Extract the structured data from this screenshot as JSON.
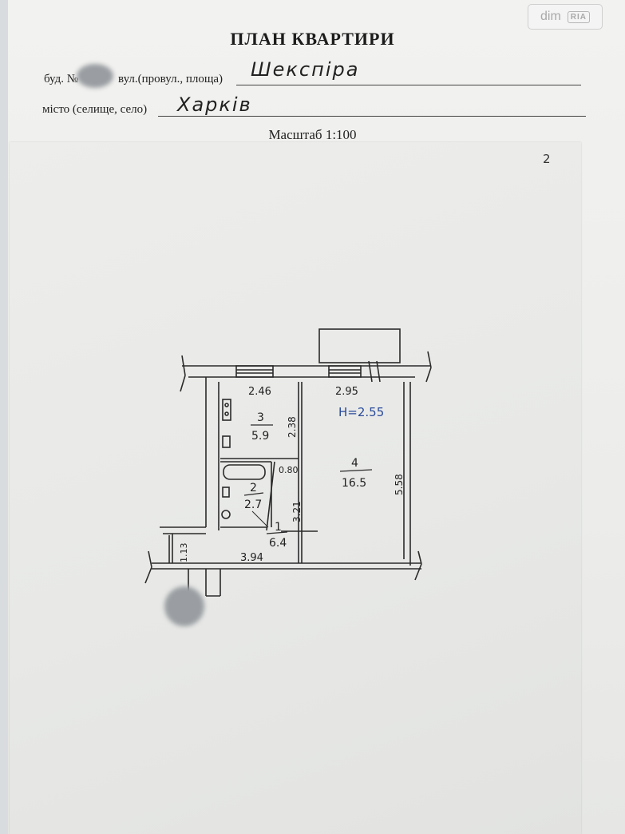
{
  "header": {
    "title": "ПЛАН КВАРТИРИ",
    "building_label": "буд. №",
    "street_label": "вул.(провул., площа)",
    "street_value": "Шекспіра",
    "city_label": "місто (селище, село)",
    "city_value": "Харків",
    "scale": "Масштаб 1:100"
  },
  "page_number": "2",
  "watermark": {
    "dim": "dim",
    "ria": "RIA"
  },
  "plan": {
    "height_note": "H=2.55",
    "rooms": [
      {
        "number": "3",
        "area": "5.9"
      },
      {
        "number": "4",
        "area": "16.5"
      },
      {
        "number": "2",
        "area": "2.7"
      },
      {
        "number": "1",
        "area": "6.4"
      }
    ],
    "dimensions": {
      "top_left": "2.46",
      "top_right": "2.95",
      "room3_side": "2.38",
      "room4_side": "5.58",
      "bath_width": "0.80",
      "corridor_side": "3.21",
      "corridor_length": "3.94",
      "entry_width": "1.13"
    }
  }
}
